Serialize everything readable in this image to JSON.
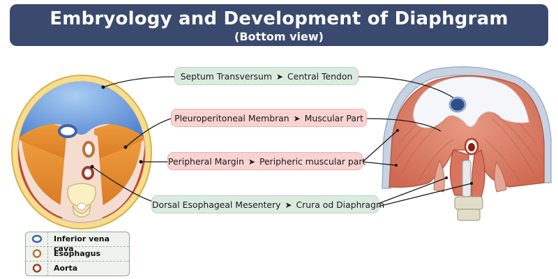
{
  "title": "Embryology and Development of Diaphgram",
  "subtitle": "(Bottom view)",
  "arrow_glyph": "➤",
  "labels": [
    {
      "from": "Septum Transversum",
      "to": "Central Tendon",
      "style": "green"
    },
    {
      "from": "Pleuroperitoneal Membran",
      "to": "Muscular Part",
      "style": "red"
    },
    {
      "from": "Peripheral Margin",
      "to": "Peripheric muscular part",
      "style": "red"
    },
    {
      "from": "Dorsal Esophageal Mesentery",
      "to": "Crura od Diaphragm",
      "style": "green"
    }
  ],
  "legend": [
    {
      "label": "Inferior vena cava",
      "color": "#3e63a8"
    },
    {
      "label": "Esophagus",
      "color": "#b8733a"
    },
    {
      "label": "Aorta",
      "color": "#9a3f2c"
    }
  ],
  "colors": {
    "banner": "#3a4a6e",
    "septum_blue": "#5d8ed6",
    "muscle_orange": "#e08a33",
    "margin_red": "#c44a2a",
    "mesentery_pink": "#f6dccf",
    "tendon_white": "#f4f6fa",
    "muscle_salmon": "#e0826b"
  }
}
